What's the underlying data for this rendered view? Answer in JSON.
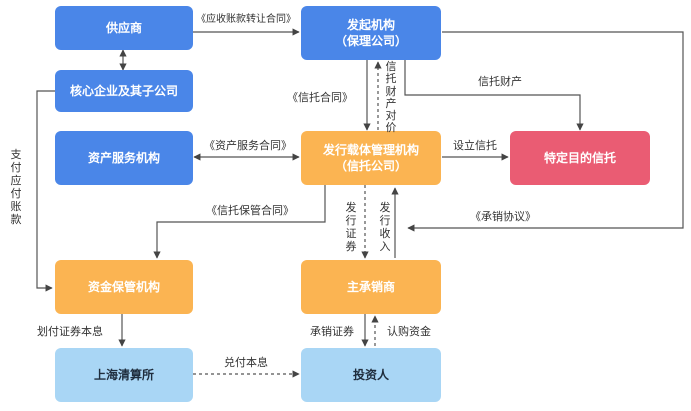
{
  "nodes": {
    "supplier": [
      "供应商"
    ],
    "originator": [
      "发起机构",
      "（保理公司）"
    ],
    "core": [
      "核心企业及其子公司"
    ],
    "asset_service": [
      "资产服务机构"
    ],
    "issuer": [
      "发行载体管理机构",
      "（信托公司）"
    ],
    "spv": [
      "特定目的信托"
    ],
    "custodian": [
      "资金保管机构"
    ],
    "underwriter": [
      "主承销商"
    ],
    "clearing": [
      "上海清算所"
    ],
    "investor": [
      "投资人"
    ]
  },
  "edges": {
    "receivable_transfer": "《应收账款转让合同》",
    "trust_contract": "《信托合同》",
    "trust_consideration": [
      "信",
      "托",
      "财",
      "产",
      "对",
      "价"
    ],
    "trust_property": "信托财产",
    "asset_service_contract": "《资产服务合同》",
    "establish_trust": "设立信托",
    "pay_receivable": [
      "支",
      "付",
      "应",
      "付",
      "账",
      "款"
    ],
    "trust_custody_contract": "《信托保管合同》",
    "issue_securities": [
      "发",
      "行",
      "证",
      "券"
    ],
    "issue_proceeds": [
      "发",
      "行",
      "收",
      "入"
    ],
    "underwriting_agreement": "《承销协议》",
    "transfer_principal_interest": "划付证券本息",
    "redeem_principal_interest": "兑付本息",
    "underwrite_securities": "承销证券",
    "subscription_funds": "认购资金"
  },
  "colors": {
    "blue": "#4a86e8",
    "orange": "#fbb452",
    "pink": "#ea5c73",
    "light_blue": "#a9d6f5",
    "line": "#555555"
  }
}
